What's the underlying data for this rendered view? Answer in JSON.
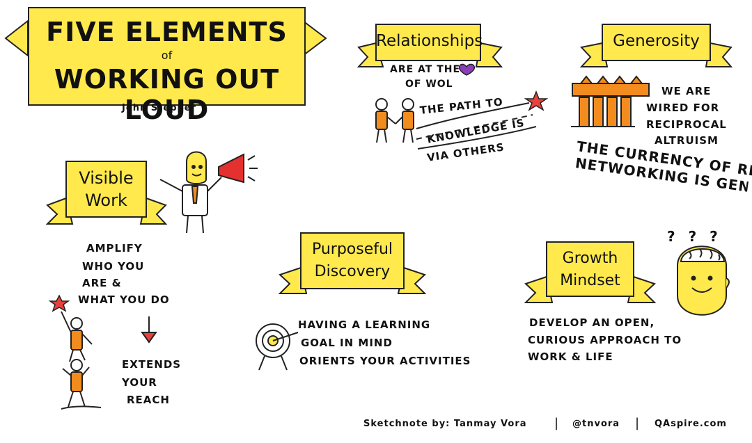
{
  "title": {
    "line1": "FIVE ELEMENTS",
    "line2": "of",
    "line3": "WORKING OUT LOUD",
    "author": "John Stepper"
  },
  "colors": {
    "banner": "#ffe94d",
    "figure_orange": "#f28c1e",
    "heart": "#8a3fb8",
    "star": "#e8403a",
    "megaphone": "#e53030"
  },
  "relationships": {
    "banner": "Relationships",
    "line1": "ARE AT THE",
    "line2": "OF WOL",
    "path_line1": "THE PATH TO",
    "path_line2": "KNOWLEDGE IS",
    "path_line3": "VIA OTHERS"
  },
  "generosity": {
    "banner": "Generosity",
    "line1": "WE ARE",
    "line2": "WIRED FOR",
    "line3": "RECIPROCAL",
    "line4": "ALTRUISM",
    "big1": "THE CURRENCY OF REAL",
    "big2": "NETWORKING IS GENEROS"
  },
  "visible_work": {
    "banner_line1": "Visible",
    "banner_line2": "Work",
    "line1": "AMPLIFY",
    "line2": "WHO YOU",
    "line3": "ARE &",
    "line4": "WHAT YOU DO",
    "extend1": "EXTENDS",
    "extend2": "YOUR",
    "extend3": "REACH"
  },
  "purposeful_discovery": {
    "banner_line1": "Purposeful",
    "banner_line2": "Discovery",
    "line1": "HAVING A LEARNING",
    "line2": "GOAL IN MIND",
    "line3": "ORIENTS YOUR ACTIVITIES"
  },
  "growth_mindset": {
    "banner_line1": "Growth",
    "banner_line2": "Mindset",
    "line1": "DEVELOP AN OPEN,",
    "line2": "CURIOUS APPROACH TO",
    "line3": "WORK & LIFE",
    "questions": "? ? ?"
  },
  "footer": {
    "credit": "Sketchnote by: Tanmay Vora",
    "handle": "@tnvora",
    "site": "QAspire.com",
    "separator": "|"
  }
}
